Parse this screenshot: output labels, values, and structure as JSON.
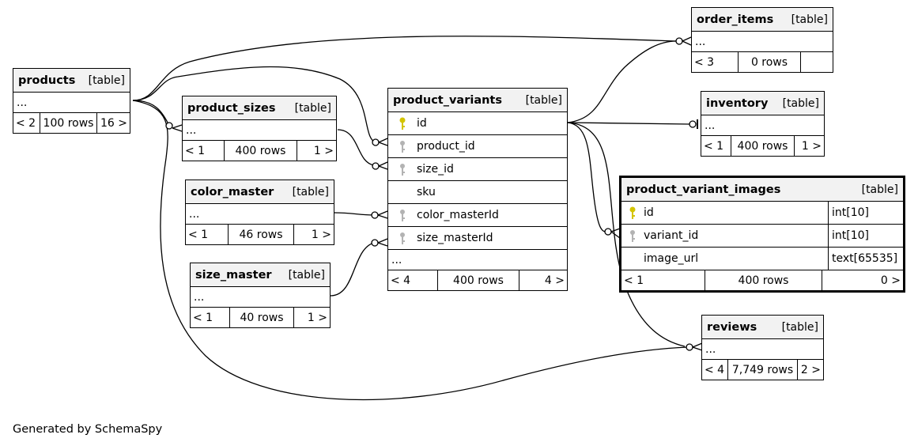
{
  "tables": {
    "products": {
      "name": "products",
      "kind": "[table]",
      "ellipsis": "...",
      "left": "< 2",
      "rows": "100 rows",
      "right": "16 >"
    },
    "product_sizes": {
      "name": "product_sizes",
      "kind": "[table]",
      "ellipsis": "...",
      "left": "< 1",
      "rows": "400 rows",
      "right": "1 >"
    },
    "color_master": {
      "name": "color_master",
      "kind": "[table]",
      "ellipsis": "...",
      "left": "< 1",
      "rows": "46 rows",
      "right": "1 >"
    },
    "size_master": {
      "name": "size_master",
      "kind": "[table]",
      "ellipsis": "...",
      "left": "< 1",
      "rows": "40 rows",
      "right": "1 >"
    },
    "product_variants": {
      "name": "product_variants",
      "kind": "[table]",
      "columns": [
        "id",
        "product_id",
        "size_id",
        "sku",
        "color_masterId",
        "size_masterId"
      ],
      "ellipsis": "...",
      "left": "< 4",
      "rows": "400 rows",
      "right": "4 >"
    },
    "order_items": {
      "name": "order_items",
      "kind": "[table]",
      "ellipsis": "...",
      "left": "< 3",
      "rows": "0 rows",
      "right": ""
    },
    "inventory": {
      "name": "inventory",
      "kind": "[table]",
      "ellipsis": "...",
      "left": "< 1",
      "rows": "400 rows",
      "right": "1 >"
    },
    "product_variant_images": {
      "name": "product_variant_images",
      "kind": "[table]",
      "columns": [
        {
          "name": "id",
          "type": "int[10]"
        },
        {
          "name": "variant_id",
          "type": "int[10]"
        },
        {
          "name": "image_url",
          "type": "text[65535]"
        }
      ],
      "left": "< 1",
      "rows": "400 rows",
      "right": "0 >"
    },
    "reviews": {
      "name": "reviews",
      "kind": "[table]",
      "ellipsis": "...",
      "left": "< 4",
      "rows": "7,749 rows",
      "right": "2 >"
    }
  },
  "caption": "Generated by SchemaSpy",
  "colors": {
    "primary_key": "#d4c400",
    "foreign_key": "#b3b3b3",
    "header_bg": "#f2f2f2"
  }
}
